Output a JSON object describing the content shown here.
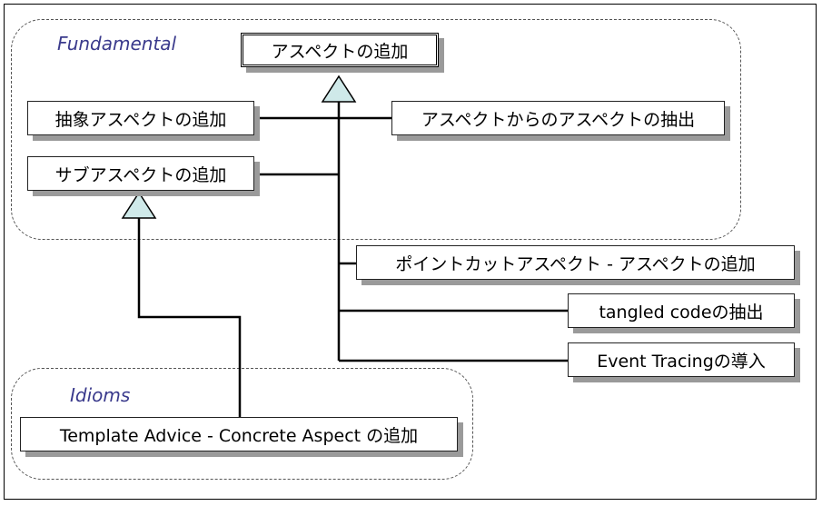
{
  "groups": {
    "fundamental": "Fundamental",
    "idioms": "Idioms"
  },
  "nodes": {
    "root": "アスペクトの追加",
    "abstract_aspect": "抽象アスペクトの追加",
    "extract_aspect": "アスペクトからのアスペクトの抽出",
    "sub_aspect": "サブアスペクトの追加",
    "pointcut_aspect": "ポイントカットアスペクト - アスペクトの追加",
    "tangled_code": "tangled codeの抽出",
    "event_tracing": "Event Tracingの導入",
    "template_advice": "Template Advice - Concrete Aspect の追加"
  },
  "colors": {
    "triangle_fill": "#cfe9e9",
    "group_label": "#3a3a8c",
    "shadow": "#9a9a9a"
  }
}
